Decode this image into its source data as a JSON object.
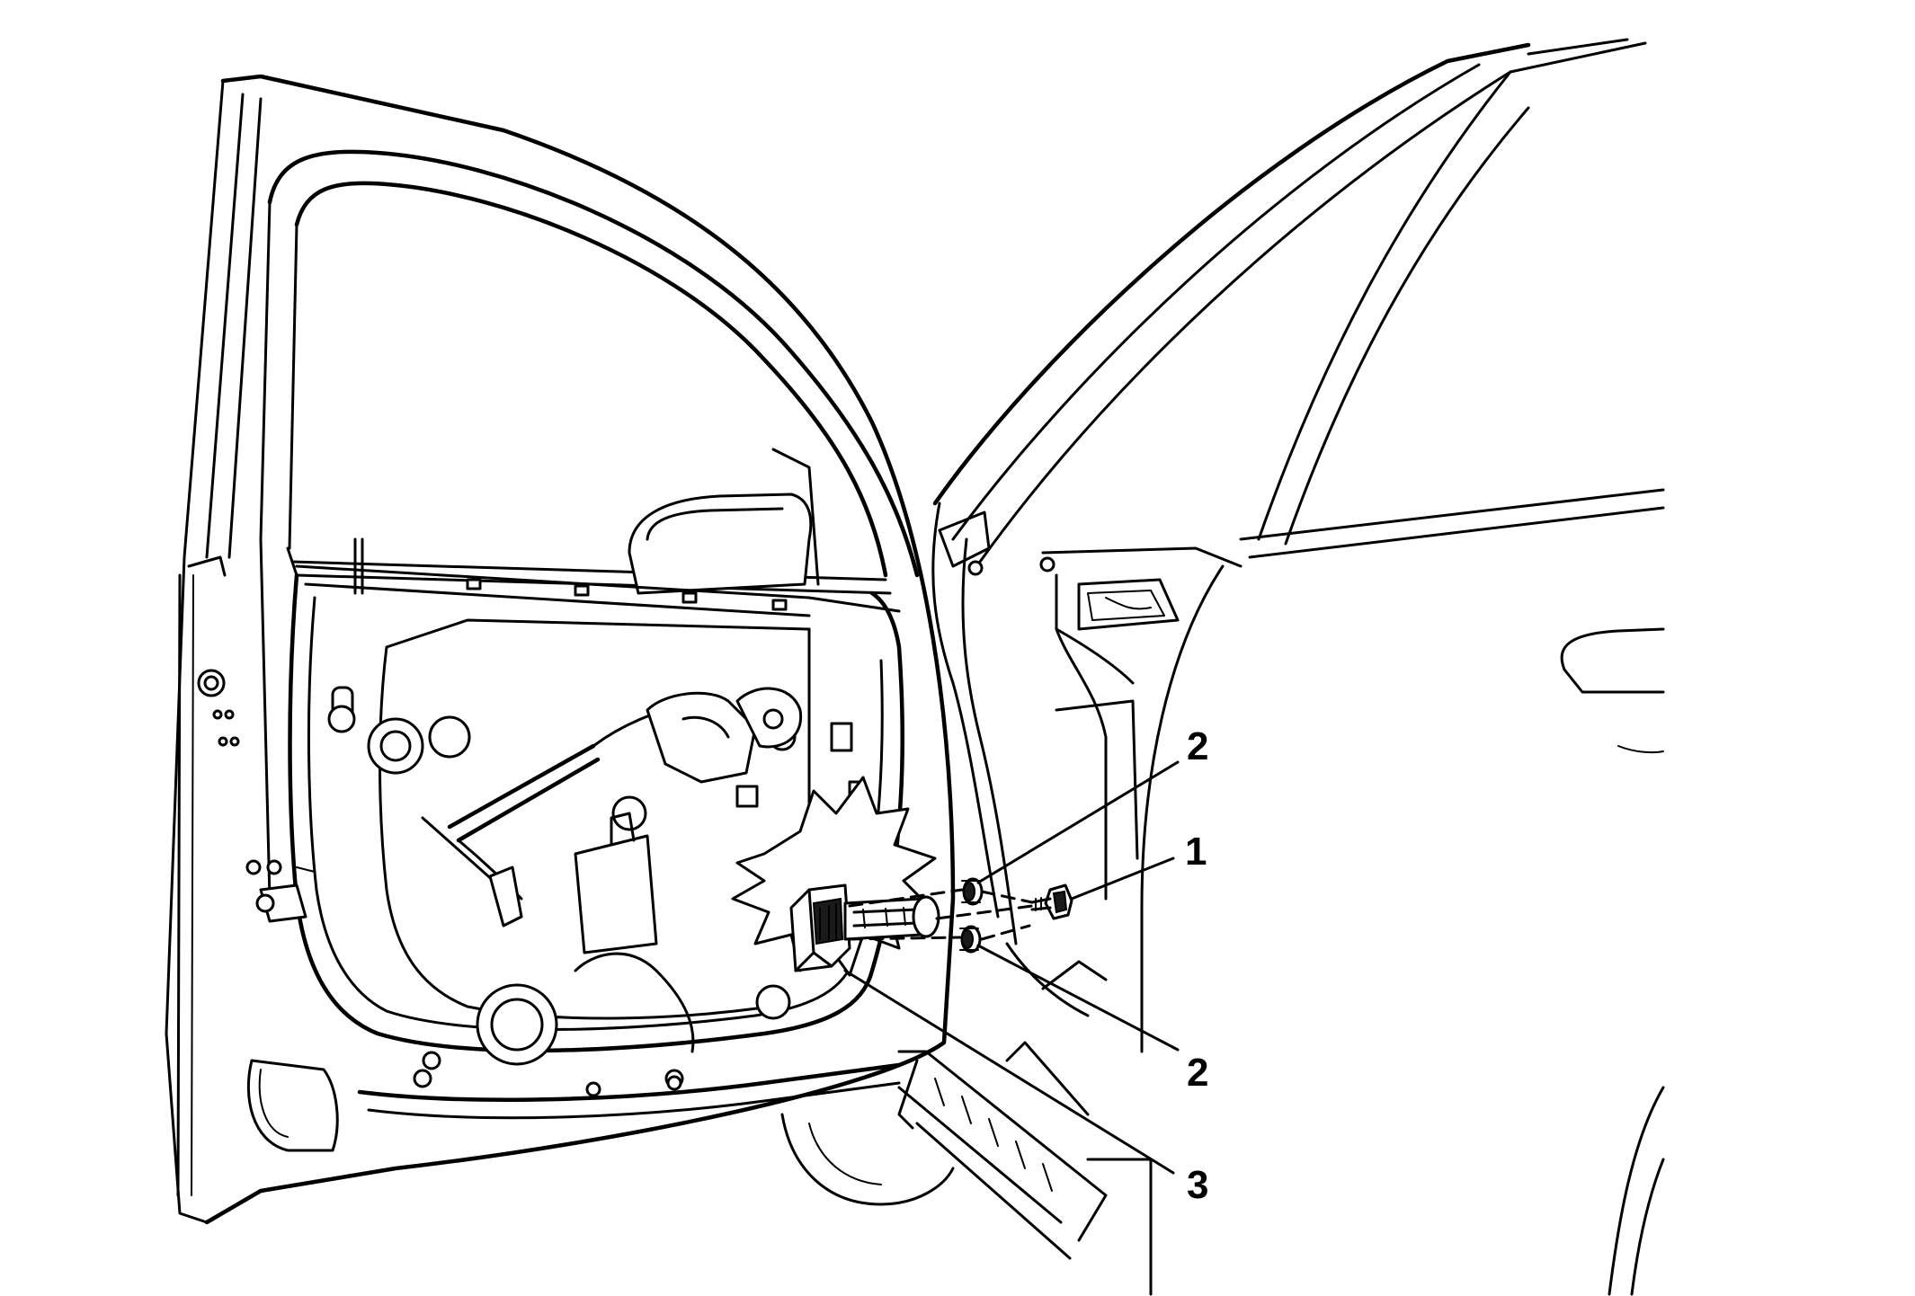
{
  "callouts": [
    {
      "id": "callout-2-top",
      "label": "2"
    },
    {
      "id": "callout-1",
      "label": "1"
    },
    {
      "id": "callout-2-bottom",
      "label": "2"
    },
    {
      "id": "callout-3",
      "label": "3"
    }
  ]
}
